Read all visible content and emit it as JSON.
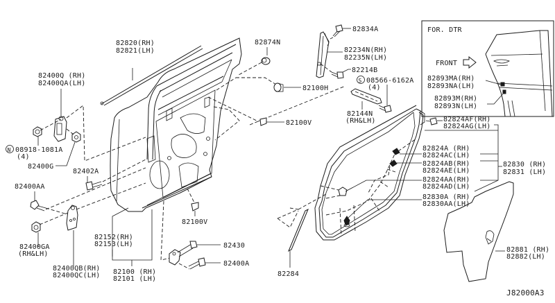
{
  "diagram": {
    "code": "J82000A3",
    "inset": {
      "title": "FOR. DTR",
      "front_label": "FRONT",
      "parts": [
        {
          "rh": "82893MA(RH)",
          "lh": "82893NA(LH)"
        },
        {
          "rh": "82893M(RH)",
          "lh": "82893N(LH)"
        }
      ]
    },
    "callouts": {
      "p82820": {
        "l1": "82820(RH)",
        "l2": "82821(LH)"
      },
      "p82400q": {
        "l1": "82400Q (RH)",
        "l2": "82400QA(LH)"
      },
      "p08918": {
        "l1": "08918-1081A",
        "l2": "(4)",
        "prefix": "N"
      },
      "p82400g": {
        "l1": "82400G"
      },
      "p82402a": {
        "l1": "82402A"
      },
      "p82400aa": {
        "l1": "82400AA"
      },
      "p82400ga": {
        "l1": "82400GA",
        "l2": "(RH&LH)"
      },
      "p82400qb": {
        "l1": "82400QB(RH)",
        "l2": "82400QC(LH)"
      },
      "p82152": {
        "l1": "82152(RH)",
        "l2": "82153(LH)"
      },
      "p82100": {
        "l1": "82100 (RH)",
        "l2": "82101 (LH)"
      },
      "p82100v_low": {
        "l1": "82100V"
      },
      "p82430": {
        "l1": "82430"
      },
      "p82400a": {
        "l1": "82400A"
      },
      "p82874n": {
        "l1": "82874N"
      },
      "p82100h": {
        "l1": "82100H"
      },
      "p82100v_mid": {
        "l1": "82100V"
      },
      "p82834a": {
        "l1": "82834A"
      },
      "p82234n": {
        "l1": "82234N(RH)",
        "l2": "82235N(LH)"
      },
      "p82214b": {
        "l1": "82214B"
      },
      "p08566": {
        "l1": "08566-6162A",
        "l2": "(4)",
        "prefix": "S"
      },
      "p82144n": {
        "l1": "82144N",
        "l2": "(RH&LH)"
      },
      "p82824af": {
        "l1": "82824AF(RH)",
        "l2": "82824AG(LH)"
      },
      "p82824a": {
        "l1": "82824A (RH)",
        "l2": "82824AC(LH)"
      },
      "p82824ab": {
        "l1": "82824AB(RH)",
        "l2": "82824AE(LH)"
      },
      "p82824aa": {
        "l1": "82824AA(RH)",
        "l2": "82824AD(LH)"
      },
      "p82830a": {
        "l1": "82830A (RH)",
        "l2": "82830AA(LH)"
      },
      "p82830": {
        "l1": "82830 (RH)",
        "l2": "82831 (LH)"
      },
      "p82284": {
        "l1": "82284"
      },
      "p82881": {
        "l1": "82881 (RH)",
        "l2": "82882(LH)"
      }
    }
  }
}
